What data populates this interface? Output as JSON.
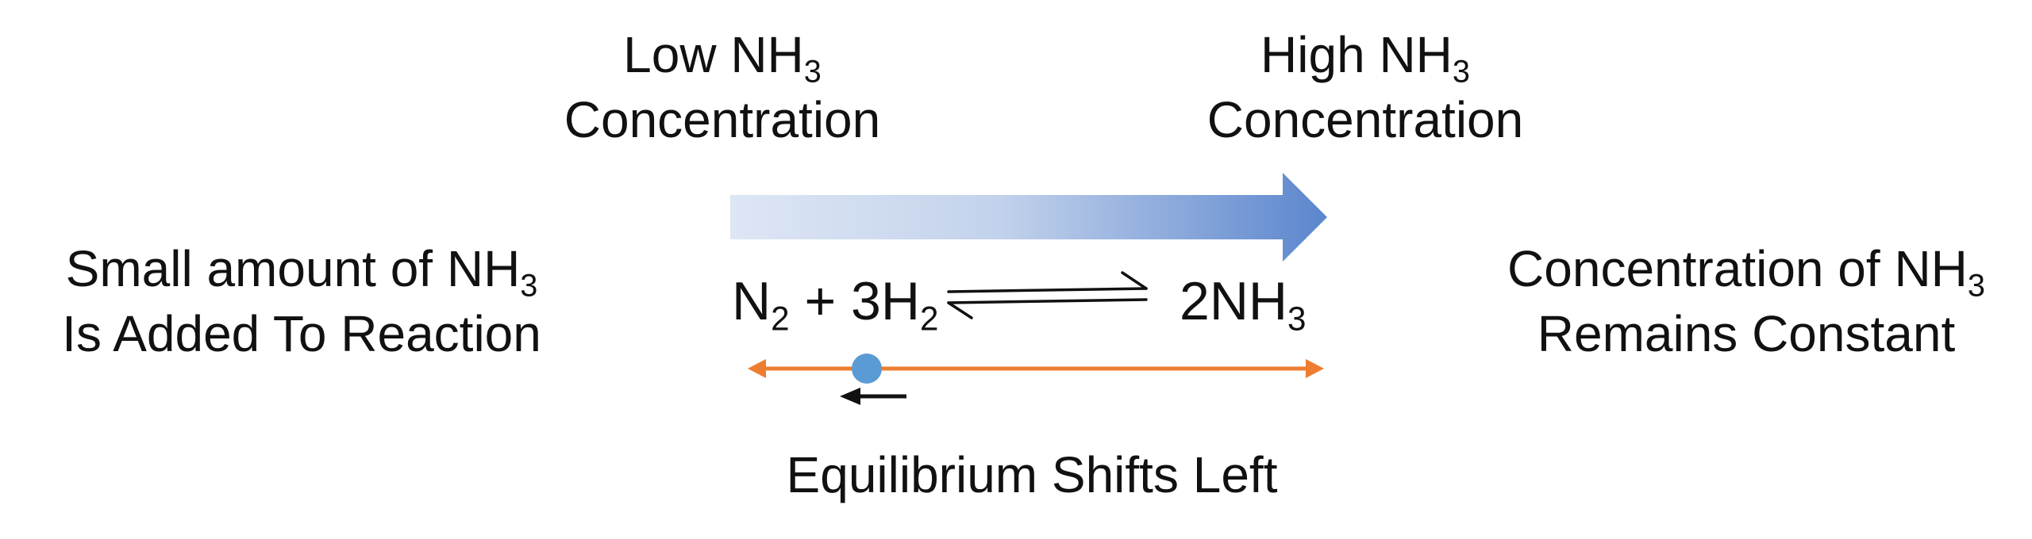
{
  "top_labels": {
    "low": {
      "line1": "Low NH",
      "line1_sub": "3",
      "line2": "Concentration"
    },
    "high": {
      "line1": "High NH",
      "line1_sub": "3",
      "line2": "Concentration"
    }
  },
  "left_text": {
    "line1": "Small amount of NH",
    "line1_sub": "3",
    "line2": "Is Added To Reaction"
  },
  "right_text": {
    "line1": "Concentration of NH",
    "line1_sub": "3",
    "line2": "Remains Constant"
  },
  "equation": {
    "n": "N",
    "n_sub": "2",
    "plus": " + 3H",
    "h_sub": "2",
    "product": "2NH",
    "product_sub": "3"
  },
  "bottom_label": "Equilibrium Shifts Left",
  "colors": {
    "gradient_start": "#dde6f4",
    "gradient_end": "#5b86cd",
    "line": "#ed7d31",
    "dot": "#5b9bd5",
    "text": "#111111"
  }
}
